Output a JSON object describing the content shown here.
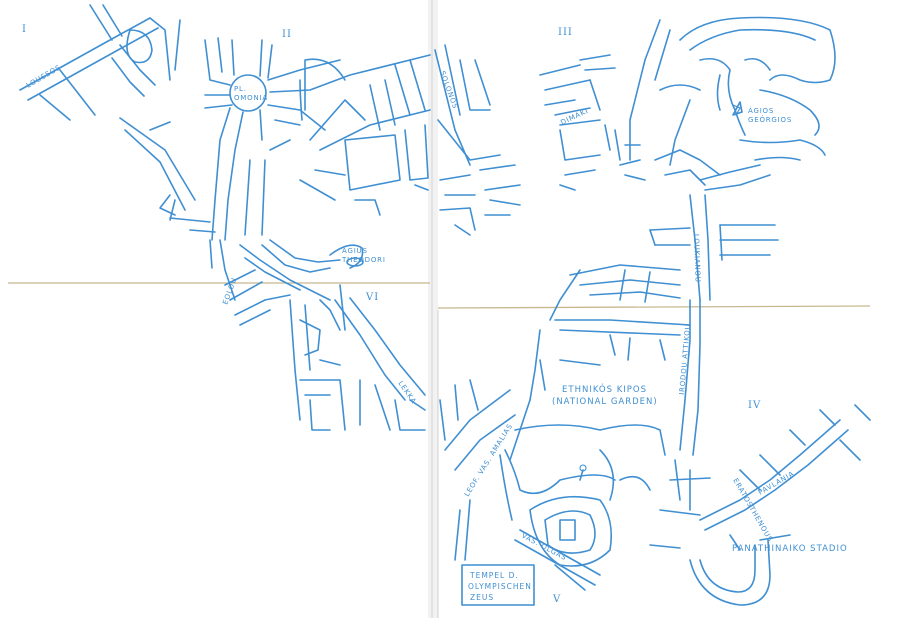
{
  "sections": {
    "s1": "I",
    "s2": "II",
    "s3": "III",
    "s4": "IV",
    "s5": "V",
    "s6": "VI"
  },
  "streets": {
    "lossous": "LOUSSOS",
    "omonia_1": "PL.",
    "omonia_2": "OMONIA",
    "solonos": "SOLONOS",
    "dimaki": "DIMAKI",
    "eolou": "EOLOU",
    "lekka": "LEKKA",
    "lykavitos": "LOUKIANOU",
    "ir_attikou": "IRODOU ATTIKOU",
    "leof_amalias": "LEOF. VAS. AMALIAS",
    "vas_olgas": "VAS. OLGAS",
    "eratosthenous": "ERATOSTHENOUS",
    "pausaniou": "PAVLANIA"
  },
  "places": {
    "agios_theodori_1": "ÁGIUS",
    "agios_theodori_2": "THEODORI",
    "agios_georgios_1": "ÁGIOS",
    "agios_georgios_2": "GEÓRGIOS",
    "national_garden_1": "ETHNIKÓS KIPOS",
    "national_garden_2": "(NATIONAL GARDEN)",
    "panathinaiko": "PANATHINAIKO STADIO"
  },
  "legend_box": {
    "line1": "TEMPEL D.",
    "line2": "OLYMPISCHEN",
    "line3": "ZEUS"
  }
}
